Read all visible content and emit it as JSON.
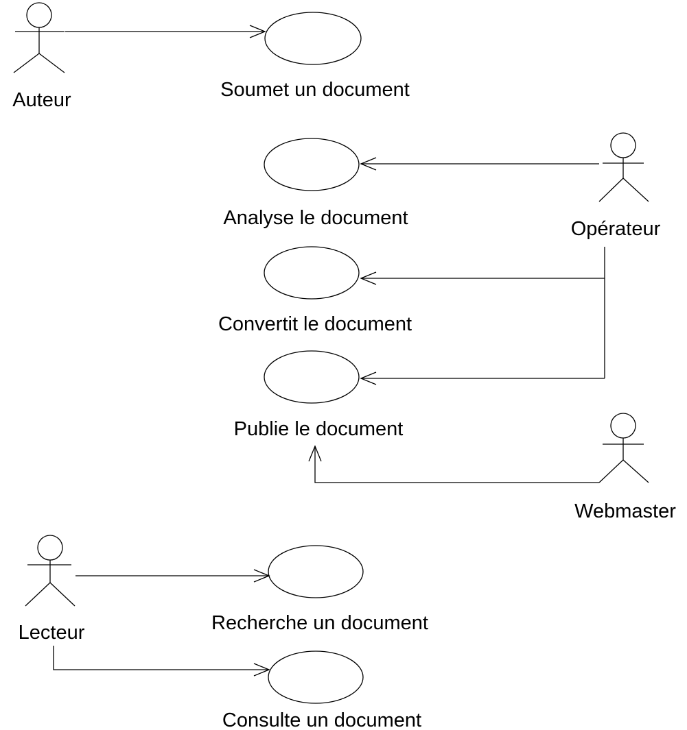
{
  "actors": {
    "auteur": "Auteur",
    "operateur": "Opérateur",
    "webmaster": "Webmaster",
    "lecteur": "Lecteur"
  },
  "use_cases": {
    "soumet": "Soumet un document",
    "analyse": "Analyse le document",
    "convertit": "Convertit le document",
    "publie": "Publie le document",
    "recherche": "Recherche un document",
    "consulte": "Consulte un document"
  }
}
